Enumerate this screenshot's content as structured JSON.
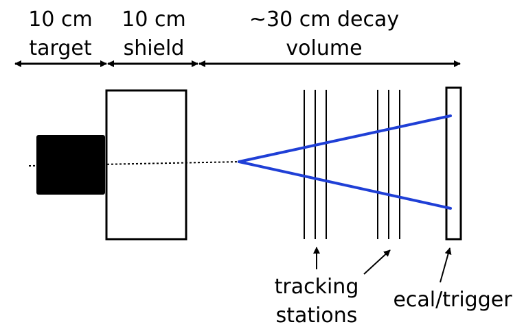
{
  "labels": {
    "target_size": "10 cm",
    "target": "target",
    "shield_size": "10 cm",
    "shield": "shield",
    "decay_size": "~30 cm decay",
    "decay_volume": "volume",
    "tracking_line1": "tracking",
    "tracking_line2": "stations",
    "ecal": "ecal/trigger"
  },
  "colors": {
    "tracks": "#1f3fd6",
    "ink": "#000000"
  }
}
